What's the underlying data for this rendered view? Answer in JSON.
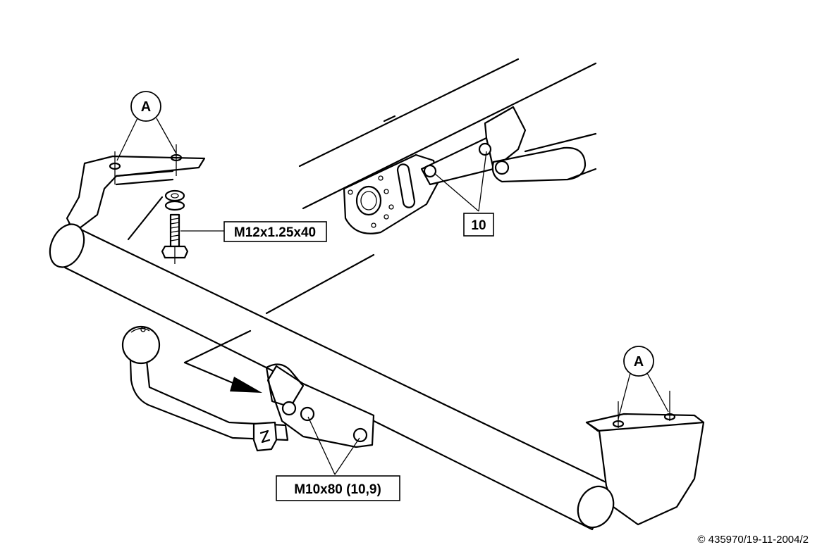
{
  "callouts": {
    "bracket_left": "A",
    "bracket_right": "A"
  },
  "labels": {
    "bolt_upper": "M12x1.25x40",
    "bolt_lower": "M10x80 (10,9)",
    "ref_number": "10"
  },
  "footer": {
    "copyright": "© 435970/19-11-2004/2"
  }
}
